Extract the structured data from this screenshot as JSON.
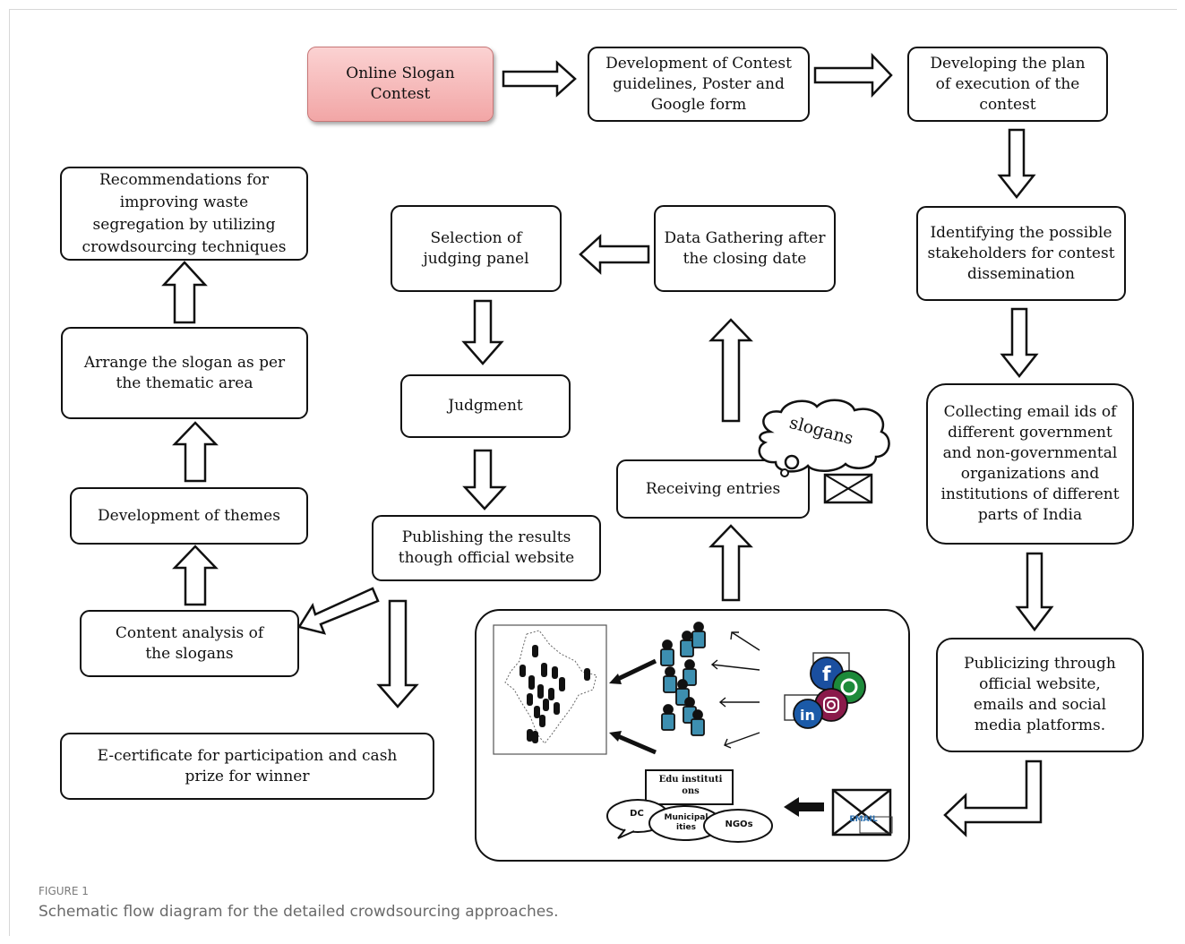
{
  "boxes": {
    "online_slogan_contest": "Online Slogan Contest",
    "development_of_guidelines": "Development of Contest guidelines, Poster and Google form",
    "developing_plan": "Developing the plan of execution of the contest",
    "identifying_stakeholders": "Identifying the possible stakeholders for contest dissemination",
    "collecting_email_ids": "Collecting email ids of different government and non-governmental organizations and institutions of different parts of India",
    "publicizing": "Publicizing through official website, emails and social media platforms.",
    "receiving_entries": "Receiving entries",
    "data_gathering": "Data Gathering after the closing date",
    "selection_of_judging_panel": "Selection of judging panel",
    "judgment": "Judgment",
    "publishing_results": "Publishing the results though official website",
    "content_analysis": "Content analysis of the slogans",
    "development_of_themes": "Development of themes",
    "arrange_slogan": "Arrange the slogan as per the thematic area",
    "recommendations": "Recommendations for improving waste segregation by utilizing crowdsourcing techniques",
    "e_certificate": "E-certificate for participation and cash prize for winner"
  },
  "cloud_label": "slogans",
  "network": {
    "edu_institutions": "Edu instituti ons",
    "dc": "DC",
    "municipalities": "Municipal ities",
    "ngos": "NGOs",
    "email_label": "EMAIL"
  },
  "caption": {
    "label": "FIGURE 1",
    "text": "Schematic flow diagram for the detailed crowdsourcing approaches."
  }
}
